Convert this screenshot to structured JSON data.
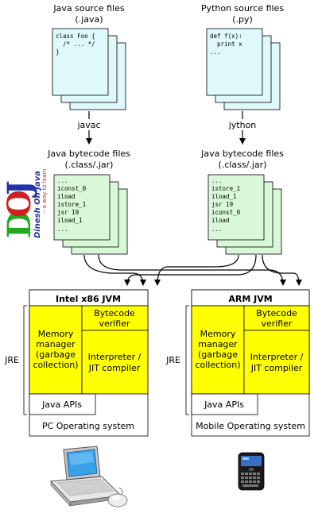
{
  "java_source": {
    "title": "Java source files",
    "ext": "(.java)",
    "code": [
      "class Foo {",
      "  /* ... */",
      "}"
    ]
  },
  "python_source": {
    "title": "Python source files",
    "ext": "(.py)",
    "code": [
      "def f(x):",
      "  print x",
      "..."
    ]
  },
  "compilers": {
    "left": "javac",
    "right": "jython"
  },
  "java_bytecode": {
    "title": "Java bytecode files",
    "ext": "(.class/.jar)",
    "code": [
      "...",
      "iconst_0",
      "iload",
      "istore_1",
      "jsr 19",
      "iload_1",
      "..."
    ]
  },
  "python_bytecode": {
    "title": "Java bytecode files",
    "ext": "(.class/.jar)",
    "code": [
      "...",
      "istore_1",
      "iload_1",
      "jsr 19",
      "iconst_0",
      "iload",
      "..."
    ]
  },
  "watermark": {
    "logo": "DOJ",
    "tagline": "Dinesh On Java",
    "sub": "---a way to learn"
  },
  "left_platform": {
    "jvm": "Intel x86 JVM",
    "jre": "JRE",
    "memory": [
      "Memory",
      "manager",
      "(garbage",
      "collection)"
    ],
    "verifier": [
      "Bytecode",
      "verifier"
    ],
    "interpreter": [
      "Interpreter /",
      "JIT compiler"
    ],
    "apis": "Java APIs",
    "os": "PC Operating system",
    "device_icon": "laptop-icon"
  },
  "right_platform": {
    "jvm": "ARM JVM",
    "jre": "JRE",
    "memory": [
      "Memory",
      "manager",
      "(garbage",
      "collection)"
    ],
    "verifier": [
      "Bytecode",
      "verifier"
    ],
    "interpreter": [
      "Interpreter /",
      "JIT compiler"
    ],
    "apis": "Java APIs",
    "os": "Mobile Operating system",
    "device_icon": "phone-icon"
  },
  "colors": {
    "source_file": "#dff8fb",
    "bytecode_file": "#d8f8d8",
    "jvm_part": "#ffff00",
    "watermark_red": "#cc2222",
    "watermark_green": "#22aa22",
    "watermark_blue": "#2233aa"
  }
}
